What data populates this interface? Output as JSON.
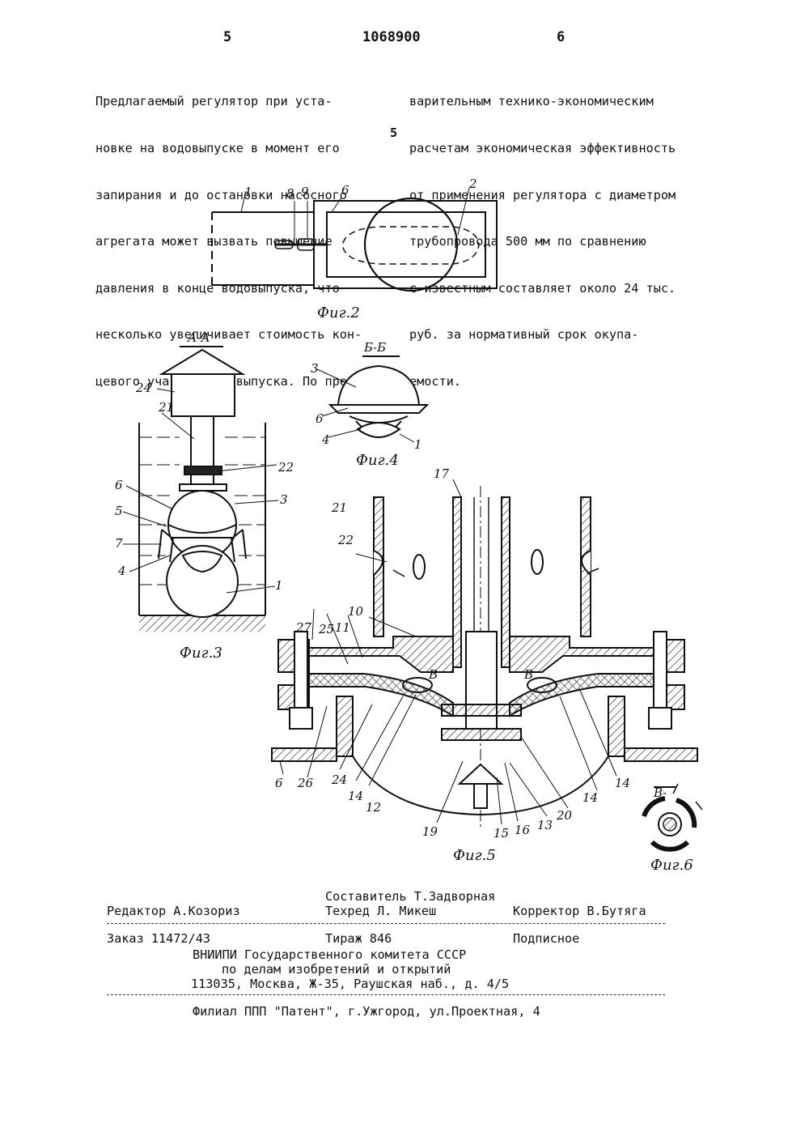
{
  "header": {
    "page_left": "5",
    "patent_number": "1068900",
    "page_right": "6"
  },
  "text": {
    "left_column": [
      "Предлагаемый регулятор при уста-",
      "новке на водовыпуске в момент его",
      "запирания и до остановки насосного",
      "агрегата может вызвать повышение",
      "давления в конце водовыпуска, что",
      "несколько увеличивает стоимость кон-",
      "цевого участка водовыпуска. По пред-"
    ],
    "right_column": [
      "варительным технико-экономическим",
      "расчетам экономическая эффективность",
      "от применения регулятора с диаметром",
      "трубопровода 500 мм по сравнению",
      "с известным составляет около 24 тыс.",
      "руб. за нормативный срок окупа-",
      "емости."
    ],
    "line_number": "5"
  },
  "figures": {
    "fig2": {
      "caption": "Фиг.2",
      "labels": [
        "1",
        "8",
        "9",
        "6",
        "2"
      ]
    },
    "fig3": {
      "caption": "Фиг.3",
      "section": "А-А",
      "labels": [
        "24",
        "21",
        "22",
        "6",
        "3",
        "5",
        "7",
        "4",
        "1"
      ]
    },
    "fig4": {
      "caption": "Фиг.4",
      "section": "Б-Б",
      "labels": [
        "3",
        "6",
        "4",
        "1"
      ]
    },
    "fig5": {
      "caption": "Фиг.5",
      "labels": [
        "17",
        "21",
        "22",
        "10",
        "27",
        "25",
        "11",
        "В",
        "В",
        "24",
        "14",
        "12",
        "19",
        "15",
        "16",
        "13",
        "20",
        "14",
        "14",
        "6",
        "26"
      ]
    },
    "fig6": {
      "caption": "Фиг.6",
      "section": "В-"
    }
  },
  "footer": {
    "compiler": "Составитель Т.Задворная",
    "editor": "Редактор А.Козориз",
    "tech_editor": "Техред Л. Микеш",
    "corrector": "Корректор В.Бутяга",
    "order": "Заказ 11472/43",
    "circulation": "Тираж 846",
    "subscription": "Подписное",
    "org_line1": "ВНИИПИ Государственного комитета СССР",
    "org_line2": "по делам изобретений и открытий",
    "org_line3": "113035, Москва, Ж-35, Раушская наб., д. 4/5",
    "branch": "Филиал ППП \"Патент\", г.Ужгород, ул.Проектная, 4"
  }
}
